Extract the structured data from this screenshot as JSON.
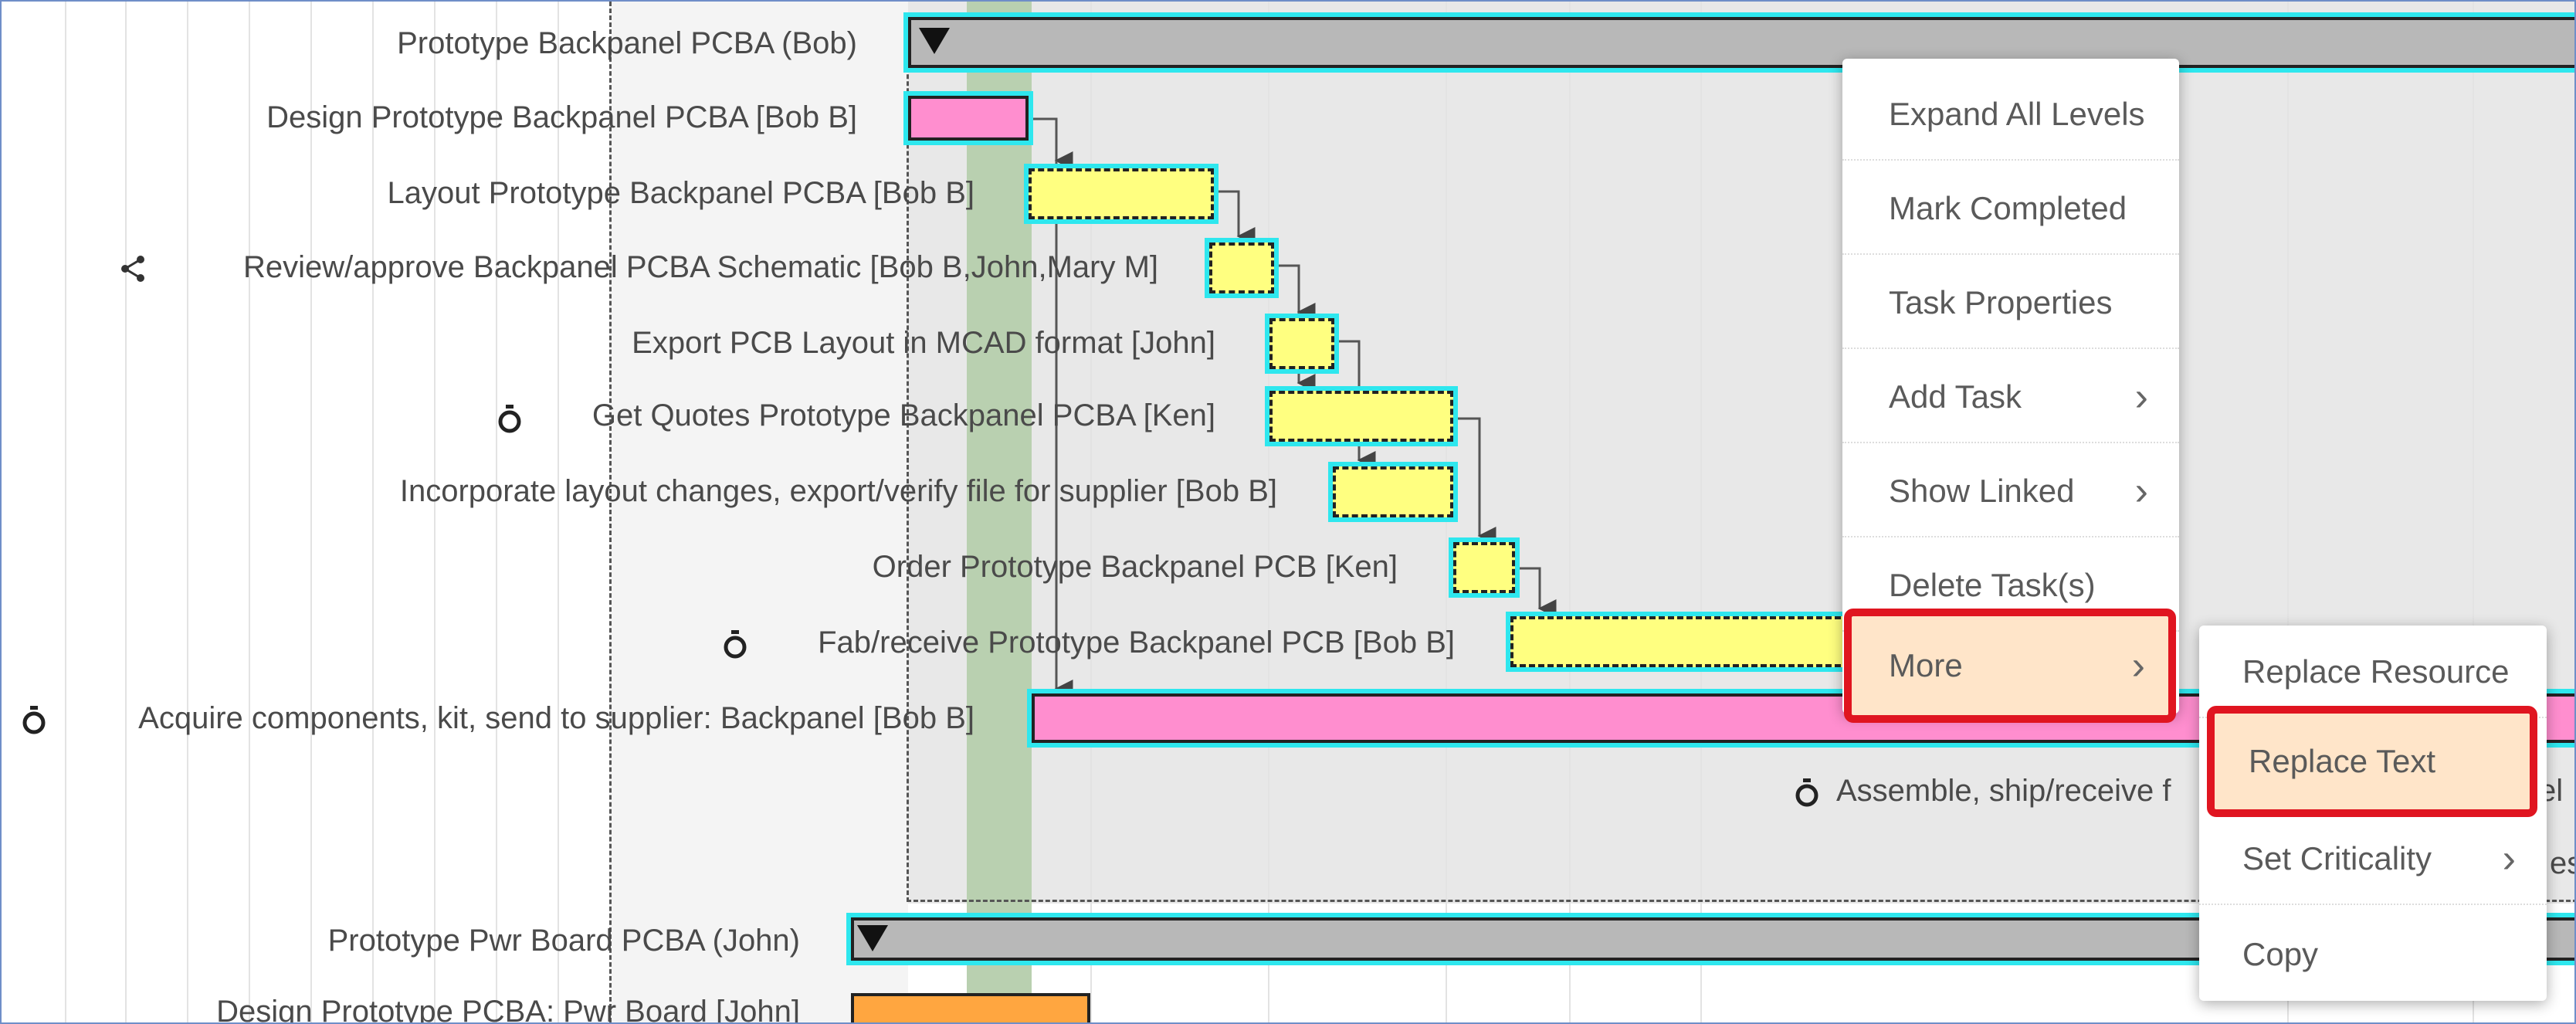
{
  "colors": {
    "highlight_cyan": "#2ee7ee",
    "summary_bar": "#b8b8b8",
    "task_yellow": "#ffff80",
    "task_pink": "#ff8ecf",
    "task_orange": "#ffa640",
    "callout_red": "#e01520",
    "menu_highlight": "#ffe5c9",
    "today_band": "#b9d0b0",
    "frame_border": "#6f8ec8"
  },
  "gantt": {
    "rows": [
      {
        "label": "Prototype Backpanel PCBA (Bob)",
        "icon": "none"
      },
      {
        "label": "Design Prototype Backpanel PCBA [Bob B]",
        "icon": "none"
      },
      {
        "label": "Layout Prototype Backpanel PCBA [Bob B]",
        "icon": "none"
      },
      {
        "label": "Review/approve Backpanel PCBA Schematic [Bob B,John,Mary M]",
        "icon": "share-icon"
      },
      {
        "label": "Export PCB Layout in MCAD format [John]",
        "icon": "none"
      },
      {
        "label": "Get Quotes Prototype Backpanel PCBA [Ken]",
        "icon": "stopwatch-icon"
      },
      {
        "label": "Incorporate layout changes, export/verify file for supplier [Bob B]",
        "icon": "none"
      },
      {
        "label": "Order Prototype Backpanel PCB [Ken]",
        "icon": "none"
      },
      {
        "label": "Fab/receive Prototype Backpanel PCB [Bob B]",
        "icon": "stopwatch-icon"
      },
      {
        "label": "Acquire components, kit, send to supplier: Backpanel [Bob B]",
        "icon": "stopwatch-icon"
      },
      {
        "label": "Assemble, ship/receive f",
        "label_tail": "el",
        "icon": "stopwatch-icon"
      },
      {
        "label": "Prototype Pwr Board PCBA (John)",
        "icon": "none"
      },
      {
        "label": "Design Prototype PCBA: Pwr Board [John]",
        "icon": "none"
      }
    ],
    "partial_right_text": "es"
  },
  "context_menu": {
    "items": [
      {
        "label": "Expand All Levels",
        "has_submenu": false
      },
      {
        "label": "Mark Completed",
        "has_submenu": false
      },
      {
        "label": "Task Properties",
        "has_submenu": false
      },
      {
        "label": "Add Task",
        "has_submenu": true
      },
      {
        "label": "Show Linked",
        "has_submenu": true
      },
      {
        "label": "Delete Task(s)",
        "has_submenu": false
      },
      {
        "label": "More",
        "has_submenu": true,
        "highlighted": true
      }
    ]
  },
  "submenu": {
    "items": [
      {
        "label": "Replace Resource",
        "has_submenu": false
      },
      {
        "label": "Replace Text",
        "has_submenu": false,
        "highlighted": true
      },
      {
        "label": "Set Criticality",
        "has_submenu": true
      },
      {
        "label": "Copy",
        "has_submenu": false
      }
    ]
  },
  "chevron": "›"
}
